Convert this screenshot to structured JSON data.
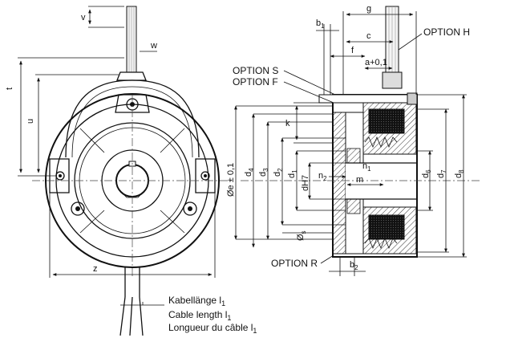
{
  "front_view": {
    "dims": {
      "v": "v",
      "w": "w",
      "t": "t",
      "u": "u",
      "z": "z"
    },
    "cable": {
      "line1": "Kabellänge l",
      "line2": "Cable length l",
      "line3": "Longueur du câble l",
      "sub": "1"
    }
  },
  "section_view": {
    "options": {
      "h": "OPTION H",
      "s": "OPTION S",
      "f": "OPTION F",
      "r": "OPTION R"
    },
    "dims": {
      "g": "g",
      "b1": "b",
      "b1_sub": "1",
      "c": "c",
      "f": "f",
      "a": "a+0,1",
      "k": "k",
      "e": "Øe ± 0,1",
      "d4": "d",
      "d4_sub": "4",
      "d3": "d",
      "d3_sub": "3",
      "d2": "d",
      "d2_sub": "2",
      "d1": "d",
      "d1_sub": "1",
      "dh7": "dH7",
      "n2": "n",
      "n2_sub": "2",
      "n1": "n",
      "n1_sub": "1",
      "m": "m",
      "d6": "d",
      "d6_sub": "6",
      "d7": "d",
      "d7_sub": "7",
      "d8": "d",
      "d8_sub": "8",
      "s": "Ø",
      "s_sub": "s",
      "b2": "b",
      "b2_sub": "2"
    }
  }
}
